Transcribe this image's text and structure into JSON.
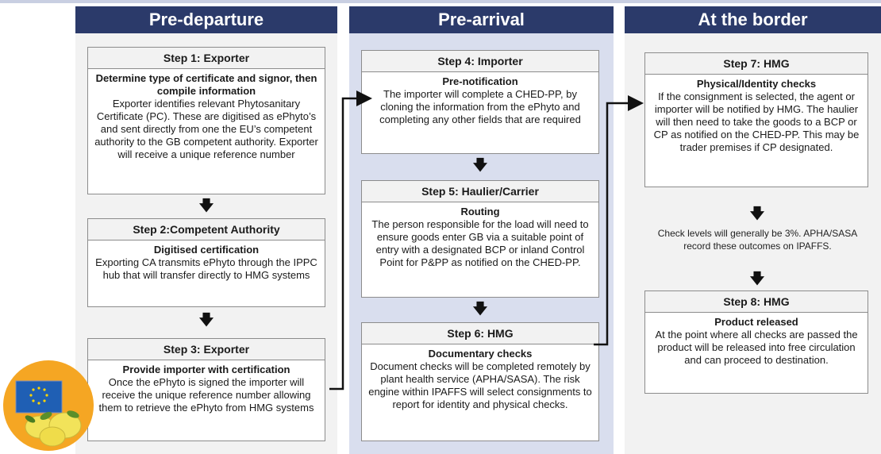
{
  "columns": [
    {
      "title": "Pre-departure"
    },
    {
      "title": "Pre-arrival"
    },
    {
      "title": "At the border"
    }
  ],
  "steps": {
    "step1": {
      "title": "Step 1: Exporter",
      "subtitle": "Determine type of certificate and signor, then compile information",
      "text": "Exporter identifies relevant Phytosanitary Certificate (PC). These are digitised as ePhyto’s and sent directly from one the EU’s competent authority to the GB competent authority. Exporter will receive a unique reference number"
    },
    "step2": {
      "title": "Step 2:Competent Authority",
      "subtitle": "Digitised certification",
      "text": "Exporting CA transmits ePhyto through the IPPC hub that will transfer directly to HMG systems"
    },
    "step3": {
      "title": "Step 3: Exporter",
      "subtitle": "Provide importer with certification",
      "text": "Once the ePhyto is signed the importer will receive the unique reference number allowing them to retrieve the ePhyto from HMG systems"
    },
    "step4": {
      "title": "Step 4: Importer",
      "subtitle": "Pre-notification",
      "text": "The importer will complete a CHED-PP, by cloning the information from the ePhyto and completing any other fields that are required"
    },
    "step5": {
      "title": "Step 5: Haulier/Carrier",
      "subtitle": "Routing",
      "text": "The person responsible for the load will need to ensure goods enter GB via a suitable point of entry with a designated BCP or inland Control Point for P&PP as notified on the CHED-PP."
    },
    "step6": {
      "title": "Step 6: HMG",
      "subtitle": "Documentary checks",
      "text": "Document checks will be completed remotely by plant health service (APHA/SASA). The risk engine within IPAFFS will select consignments to report for identity and physical checks."
    },
    "step7": {
      "title": "Step 7: HMG",
      "subtitle": "Physical/Identity checks",
      "text": "If the consignment is selected, the agent or importer will be notified by HMG. The haulier will then need to take the goods to a BCP or CP as notified on the CHED-PP. This may be trader premises if CP designated."
    },
    "step8": {
      "title": "Step 8: HMG",
      "subtitle": "Product released",
      "text": "At the point where all checks are passed the product will be released into free circulation and can proceed to destination."
    }
  },
  "note": "Check levels will generally be 3%. APHA/SASA record these outcomes on IPAFFS.",
  "colors": {
    "header": "#2b3a6a",
    "middle_column": "#d9deee",
    "side_columns": "#f2f2f2",
    "logo_orange": "#f5a623",
    "eu_flag": "#1f5fb4",
    "lemon": "#f2e35a"
  },
  "icons": [
    "down-arrow-icon",
    "eu-flag-icon",
    "lemon-icon"
  ]
}
